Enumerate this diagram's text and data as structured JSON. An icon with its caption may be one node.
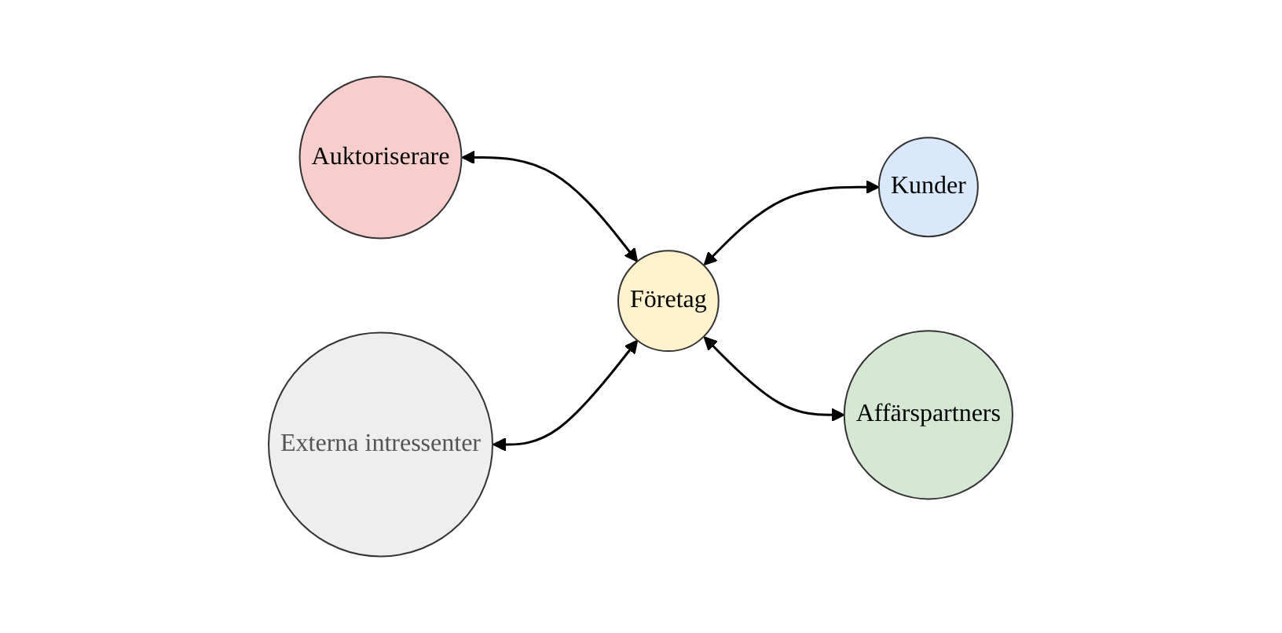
{
  "diagram": {
    "nodes": [
      {
        "text": [
          "Auktoriserare"
        ]
      },
      {
        "text": [
          "Kunder"
        ]
      },
      {
        "text": [
          "Företag"
        ]
      },
      {
        "text": [
          "Externa intressenter"
        ]
      },
      {
        "text": [
          "Affärspartners"
        ]
      }
    ],
    "edges": [
      {
        "from": 0,
        "to": 2,
        "arrow": "both"
      },
      {
        "from": 2,
        "to": 1,
        "arrow": "both"
      },
      {
        "from": 3,
        "to": 2,
        "arrow": "both"
      },
      {
        "from": 2,
        "to": 4,
        "arrow": "both"
      }
    ]
  }
}
